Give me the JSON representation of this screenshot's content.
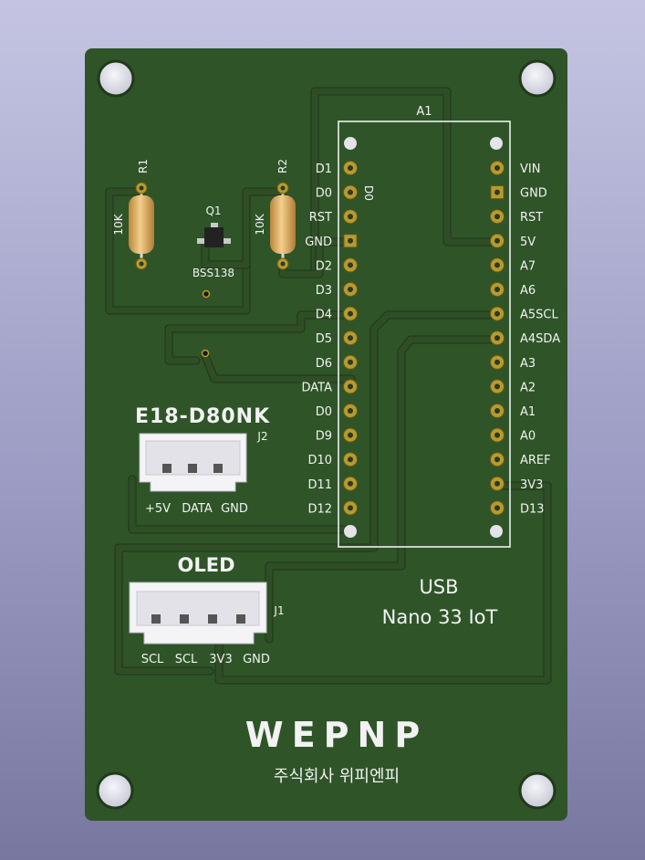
{
  "board": {
    "colors": {
      "board": "#2f5428",
      "silk": "#efefef",
      "pad": "#b79b2e",
      "mount": "#e8e8ee"
    },
    "module": {
      "ref": "A1",
      "name": "USB",
      "model": "Nano 33 IoT",
      "left_pins": [
        "D1",
        "D0",
        "RST",
        "GND",
        "D2",
        "D3",
        "D4",
        "D5",
        "D6",
        "DATA",
        "D0",
        "D9",
        "D10",
        "D11",
        "D12"
      ],
      "right_pins": [
        "VIN",
        "GND",
        "RST",
        "5V",
        "A7",
        "A6",
        "A5SCL",
        "A4SDA",
        "A3",
        "A2",
        "A1",
        "A0",
        "AREF",
        "3V3",
        "D13"
      ],
      "rotated_label": "D0"
    },
    "r1": {
      "ref": "R1",
      "value": "10K"
    },
    "r2": {
      "ref": "R2",
      "value": "10K"
    },
    "q1": {
      "ref": "Q1",
      "part": "BSS138"
    },
    "j2": {
      "ref": "J2",
      "title": "E18-D80NK",
      "pins": [
        "+5V",
        "DATA",
        "GND"
      ]
    },
    "j1": {
      "ref": "J1",
      "title": "OLED",
      "pins": [
        "SCL",
        "SCL",
        "3V3",
        "GND"
      ]
    },
    "logo": {
      "brand": "WEPNP",
      "company": "주식회사 위피엔피"
    }
  }
}
